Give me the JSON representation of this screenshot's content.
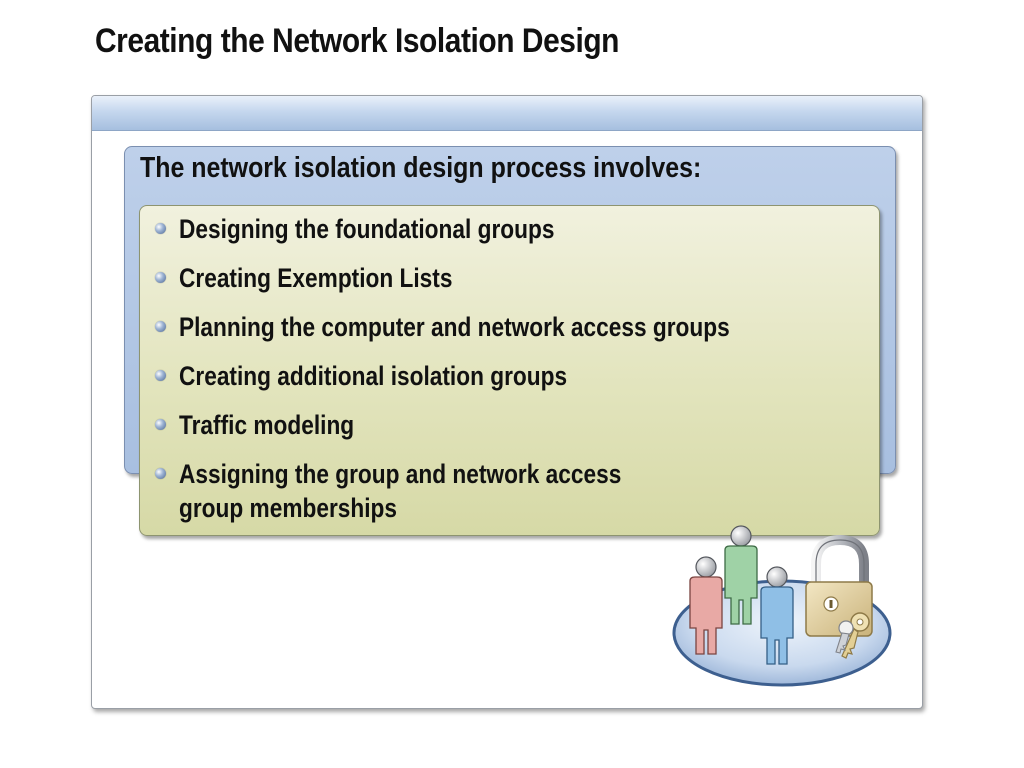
{
  "slide": {
    "title": "Creating the Network Isolation Design"
  },
  "content": {
    "intro": "The network isolation design process involves:",
    "bullets": [
      {
        "line1": "Designing the foundational groups"
      },
      {
        "line1": "Creating Exemption Lists"
      },
      {
        "line1": "Planning the computer and network access groups"
      },
      {
        "line1": "Creating additional isolation groups"
      },
      {
        "line1": "Traffic modeling"
      },
      {
        "line1": "Assigning the group and network access",
        "line2": "group memberships"
      }
    ]
  },
  "illustration": {
    "icons": [
      "people-group-icon",
      "padlock-icon",
      "key-icon"
    ]
  },
  "colors": {
    "header_bar": "#a6bfdf",
    "blue_box": "#a8bfe0",
    "green_box": "#e2e4bd",
    "bullet": "#4a6591",
    "person_red": "#e8a9a5",
    "person_green": "#9fd2a6",
    "person_blue": "#8fbfe6",
    "lock_body": "#e3d2a3"
  }
}
